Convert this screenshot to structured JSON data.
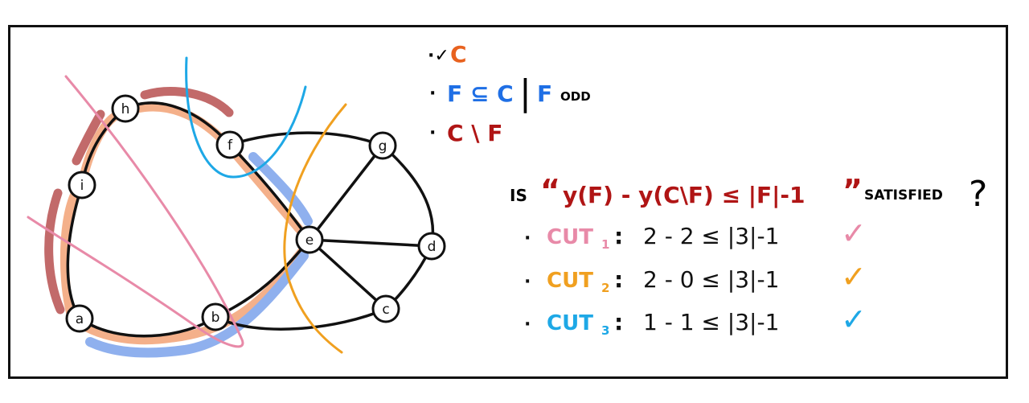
{
  "colors": {
    "ink": "#111111",
    "orange_text": "#e8621f",
    "blue_text": "#1f6fe5",
    "red_text": "#b01515",
    "cycle_orange": "#f4b08a",
    "f_red": "#c26a6a",
    "f_blue": "#8fb0ee",
    "cut1": "#e88aa8",
    "cut2": "#f0a020",
    "cut3": "#1ea8e6"
  },
  "graph": {
    "nodes": [
      {
        "id": "h",
        "label": "h"
      },
      {
        "id": "i",
        "label": "i"
      },
      {
        "id": "a",
        "label": "a"
      },
      {
        "id": "b",
        "label": "b"
      },
      {
        "id": "f",
        "label": "f"
      },
      {
        "id": "g",
        "label": "g"
      },
      {
        "id": "e",
        "label": "e"
      },
      {
        "id": "d",
        "label": "d"
      },
      {
        "id": "c",
        "label": "c"
      }
    ],
    "edges": [
      [
        "h",
        "i"
      ],
      [
        "i",
        "a"
      ],
      [
        "a",
        "b"
      ],
      [
        "b",
        "e"
      ],
      [
        "e",
        "f"
      ],
      [
        "f",
        "h"
      ],
      [
        "f",
        "g"
      ],
      [
        "g",
        "d"
      ],
      [
        "d",
        "c"
      ],
      [
        "c",
        "b"
      ],
      [
        "e",
        "g"
      ],
      [
        "e",
        "d"
      ],
      [
        "e",
        "c"
      ]
    ]
  },
  "legend": {
    "item1_prefix": "·✓",
    "item1": "C",
    "item2_prefix": "·",
    "item2_subset": "F ⊆ C",
    "item2_bar": "|",
    "item2_f": "F",
    "item2_odd": "ODD",
    "item3_prefix": "·",
    "item3": "C \\ F"
  },
  "question": {
    "is": "IS",
    "open_quote": "“",
    "formula": "y(F) - y(C\\F) ≤ |F|-1",
    "close_quote": "”",
    "satisfied": "SATISFIED",
    "qmark": "?"
  },
  "cuts": [
    {
      "bullet": "·",
      "name": "CUT",
      "sub": "1",
      "colon": ":",
      "expr": "2 - 2 ≤ |3|-1",
      "check": "✓"
    },
    {
      "bullet": "·",
      "name": "CUT",
      "sub": "2",
      "colon": ":",
      "expr": "2 - 0 ≤ |3|-1",
      "check": "✓"
    },
    {
      "bullet": "·",
      "name": "CUT",
      "sub": "3",
      "colon": ":",
      "expr": "1 - 1 ≤ |3|-1",
      "check": "✓"
    }
  ]
}
